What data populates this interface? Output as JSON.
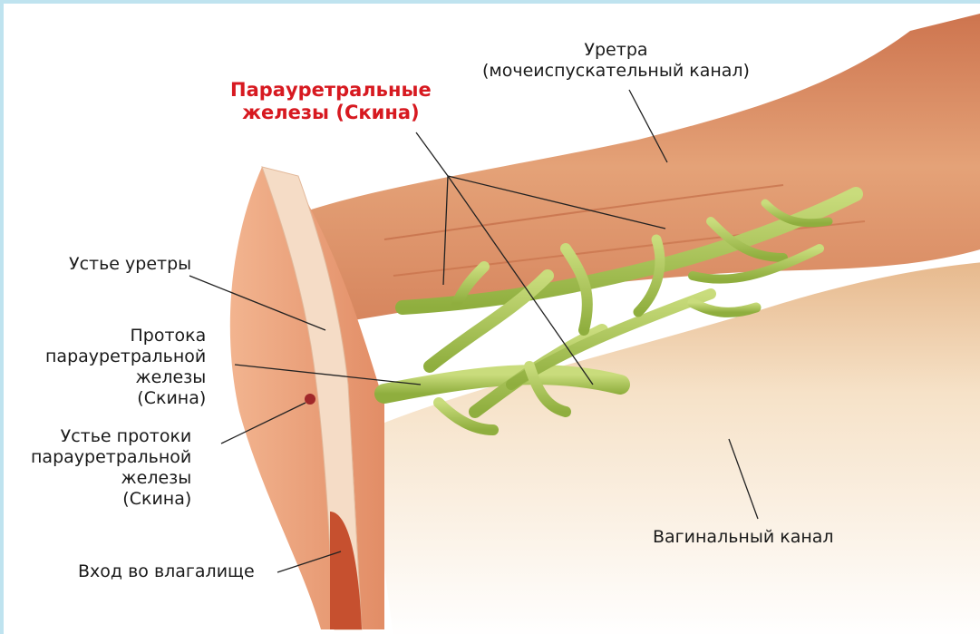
{
  "labels": {
    "glands_title": [
      "Парауретральные",
      "железы (Скина)"
    ],
    "urethra": [
      "Уретра",
      "(мочеиспускательный канал)"
    ],
    "urethral_opening": [
      "Устье уретры"
    ],
    "gland_ducts": [
      "Протока",
      "парауретральной",
      "железы",
      "(Скина)"
    ],
    "duct_openings": [
      "Устье протоки",
      "парауретральной",
      "железы",
      "(Скина)"
    ],
    "vaginal_entrance": [
      "Вход во влагалище"
    ],
    "vaginal_canal": [
      "Вагинальный канал"
    ]
  },
  "colors": {
    "title": "#d71920",
    "gland": "#a9c653",
    "urethra_tissue": "#d98559",
    "vaginal_wall": "#f1d2ad",
    "frame": "#bfe3ef"
  }
}
